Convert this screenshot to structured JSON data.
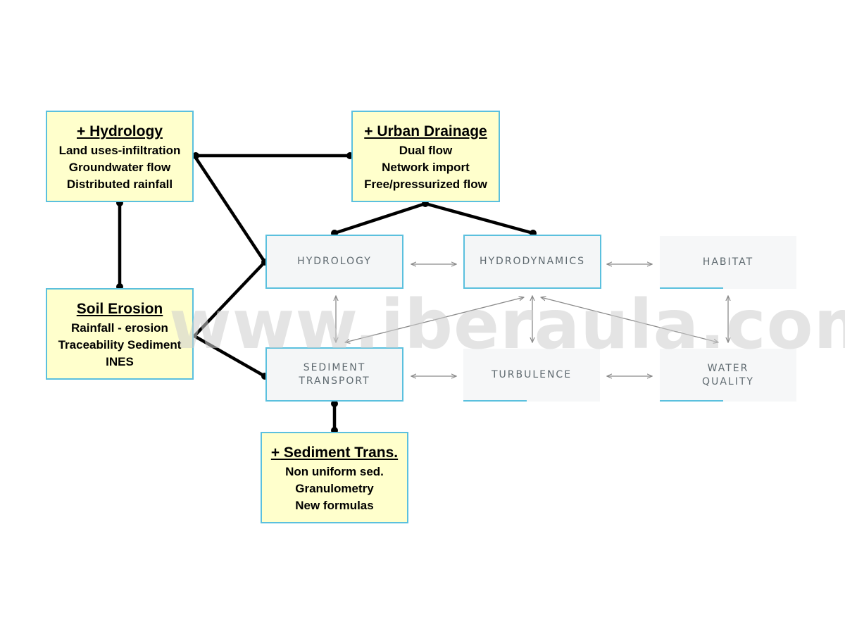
{
  "watermark": "www.iberaula.com",
  "feature_boxes": {
    "hydrology": {
      "title": "+ Hydrology",
      "lines": [
        "Land uses-infiltration",
        "Groundwater flow",
        "Distributed rainfall"
      ]
    },
    "urban_drainage": {
      "title": "+ Urban Drainage",
      "lines": [
        "Dual flow",
        "Network import",
        "Free/pressurized flow"
      ]
    },
    "soil_erosion": {
      "title": "Soil Erosion",
      "lines": [
        "Rainfall - erosion",
        "Traceability Sediment",
        "INES"
      ]
    },
    "sediment_trans": {
      "title": "+ Sediment Trans.",
      "lines": [
        "Non uniform sed.",
        "Granulometry",
        "New formulas"
      ]
    }
  },
  "modules": {
    "hydrology": {
      "lines": [
        "HYDROLOGY"
      ]
    },
    "hydrodynamics": {
      "lines": [
        "HYDRODYNAMICS"
      ]
    },
    "habitat": {
      "lines": [
        "HABITAT"
      ]
    },
    "sediment_transport": {
      "lines": [
        "SEDIMENT",
        "TRANSPORT"
      ]
    },
    "turbulence": {
      "lines": [
        "TURBULENCE"
      ]
    },
    "water_quality": {
      "lines": [
        "WATER",
        "QUALITY"
      ]
    }
  },
  "colors": {
    "feature_fill": "#ffffcc",
    "box_border": "#5bc0de",
    "module_fill": "#f4f6f7",
    "module_text": "#5f6a70",
    "connector": "#000000",
    "arrow": "#8a8a8a"
  }
}
